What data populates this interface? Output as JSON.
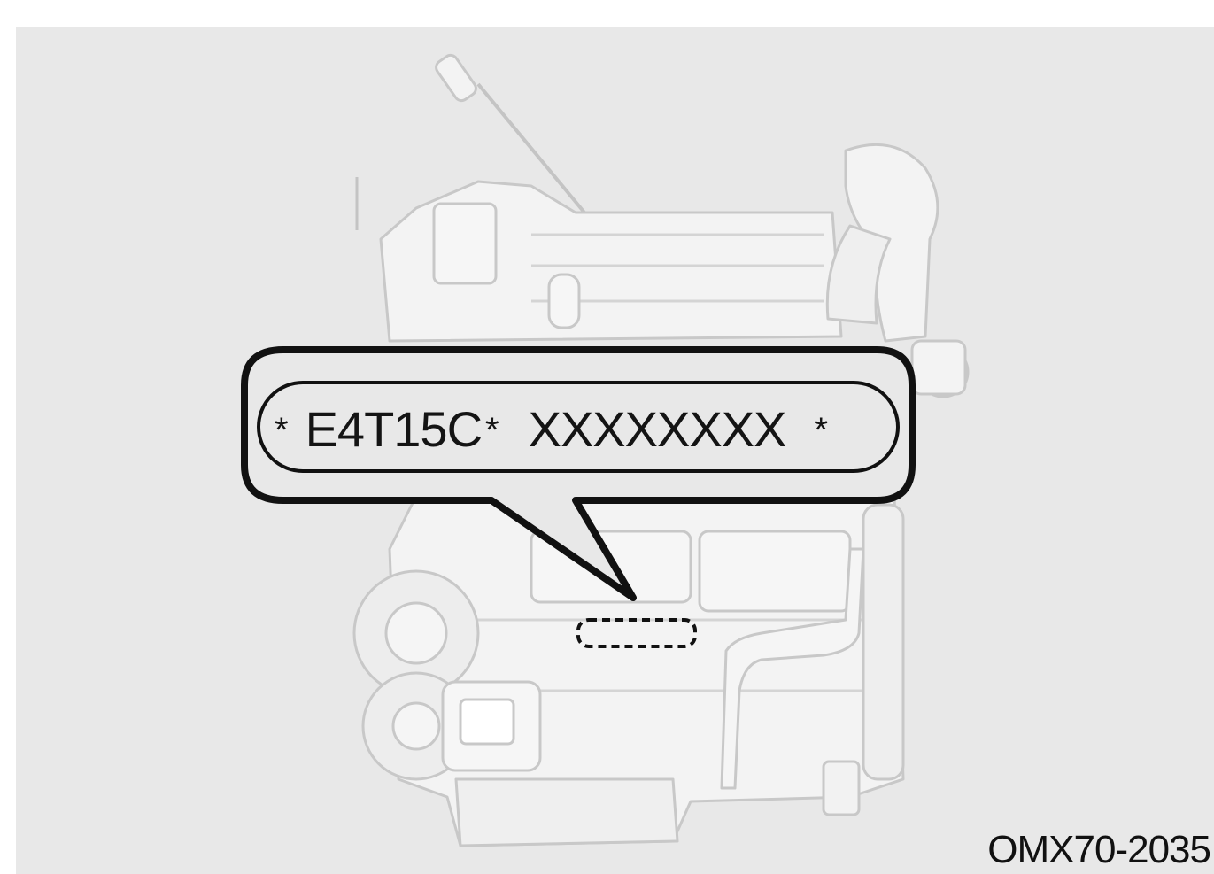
{
  "callout": {
    "star_left": "*",
    "engine_model": "E4T15C",
    "star_middle": "*",
    "serial_number": "XXXXXXXX",
    "star_right": "*"
  },
  "figure": {
    "reference_code": "OMX70-2035"
  },
  "colors": {
    "background_panel": "#e8e8e8",
    "callout_fill": "#e8e8e8",
    "callout_stroke": "#111111",
    "engine_line": "#c9c9c9",
    "engine_fill": "#f2f2f2",
    "text": "#141414"
  }
}
